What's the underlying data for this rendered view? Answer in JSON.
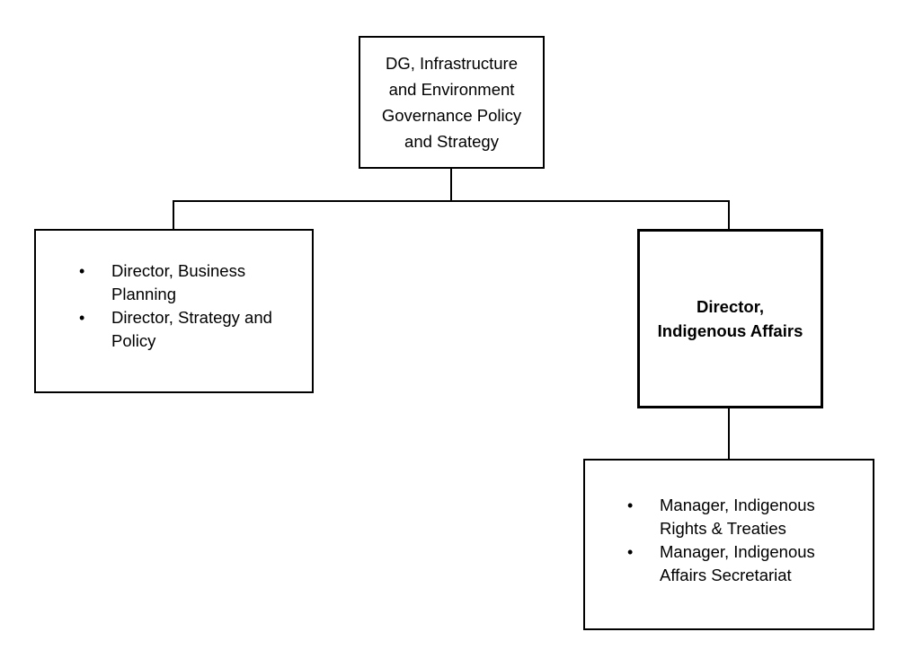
{
  "diagram": {
    "type": "organizational-chart",
    "background_color": "#ffffff",
    "line_color": "#000000",
    "text_color": "#000000",
    "nodes": {
      "top": {
        "title": "DG, Infrastructure\nand Environment\nGovernance Policy\nand Strategy",
        "style": "plain-box"
      },
      "left_group": {
        "items": [
          "Director, Business Planning",
          "Director, Strategy and Policy"
        ],
        "bullet_glyph": "•",
        "style": "bulleted-box"
      },
      "director": {
        "title": "Director,\nIndigenous Affairs",
        "style": "bold-thick-box"
      },
      "bottom_group": {
        "items": [
          "Manager, Indigenous Rights & Treaties",
          "Manager, Indigenous Affairs Secretariat"
        ],
        "bullet_glyph": "•",
        "style": "bulleted-box"
      }
    }
  }
}
